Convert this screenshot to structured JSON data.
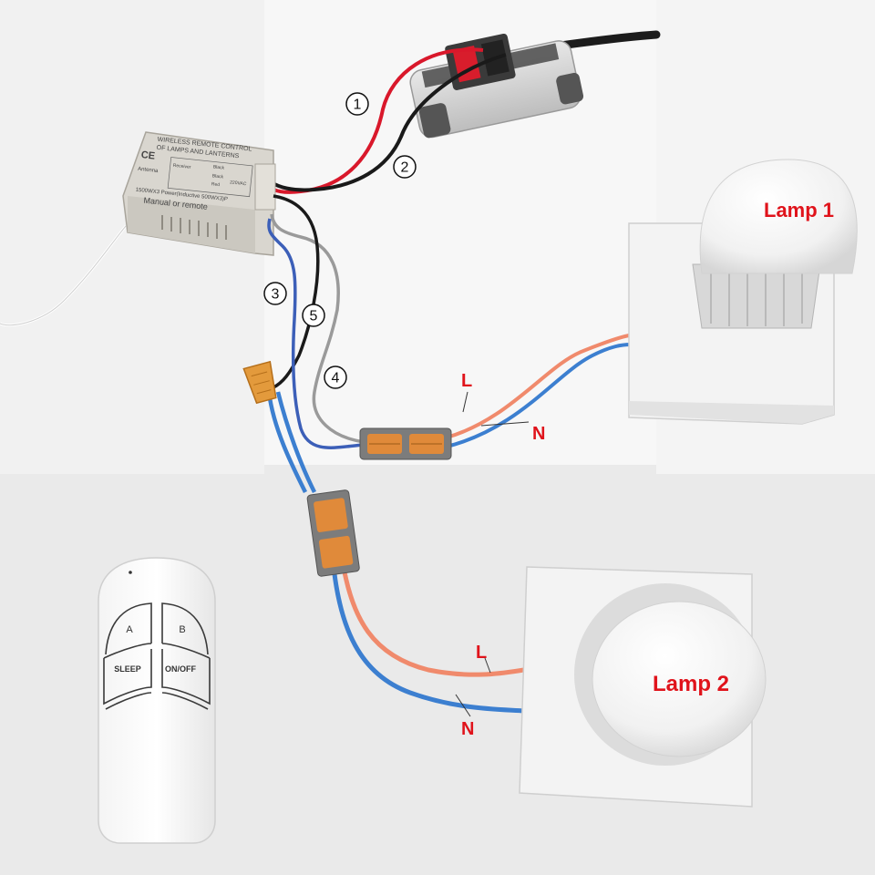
{
  "receiver": {
    "line1": "WIRELESS REMOTE CONTROL",
    "line2": "OF LAMPS AND LANTERNS",
    "ce": "CE",
    "antenna": "Antenna",
    "receiver": "Receiver",
    "black": "Black",
    "black2": "Black",
    "red": "Red",
    "rating": "220VAC",
    "power": "1500WX3 Power(Inductive 500WX3)P",
    "mode": "Manual or remote"
  },
  "wire_numbers": [
    "1",
    "2",
    "3",
    "4",
    "5"
  ],
  "lamps": {
    "lamp1": {
      "title": "Lamp 1"
    },
    "lamp2": {
      "title": "Lamp 2",
      "l": "L",
      "n": "N"
    },
    "lamp1_l": "L",
    "lamp1_n": "N"
  },
  "remote": {
    "buttons": [
      "A",
      "B",
      "SLEEP",
      "ON/OFF"
    ]
  },
  "colors": {
    "live": "#f08a6c",
    "neutral": "#3c7fd0",
    "ground_grey": "#9a9a9a",
    "black": "#1a1a1a",
    "red": "#d9182b",
    "label_red": "#e0131b"
  }
}
